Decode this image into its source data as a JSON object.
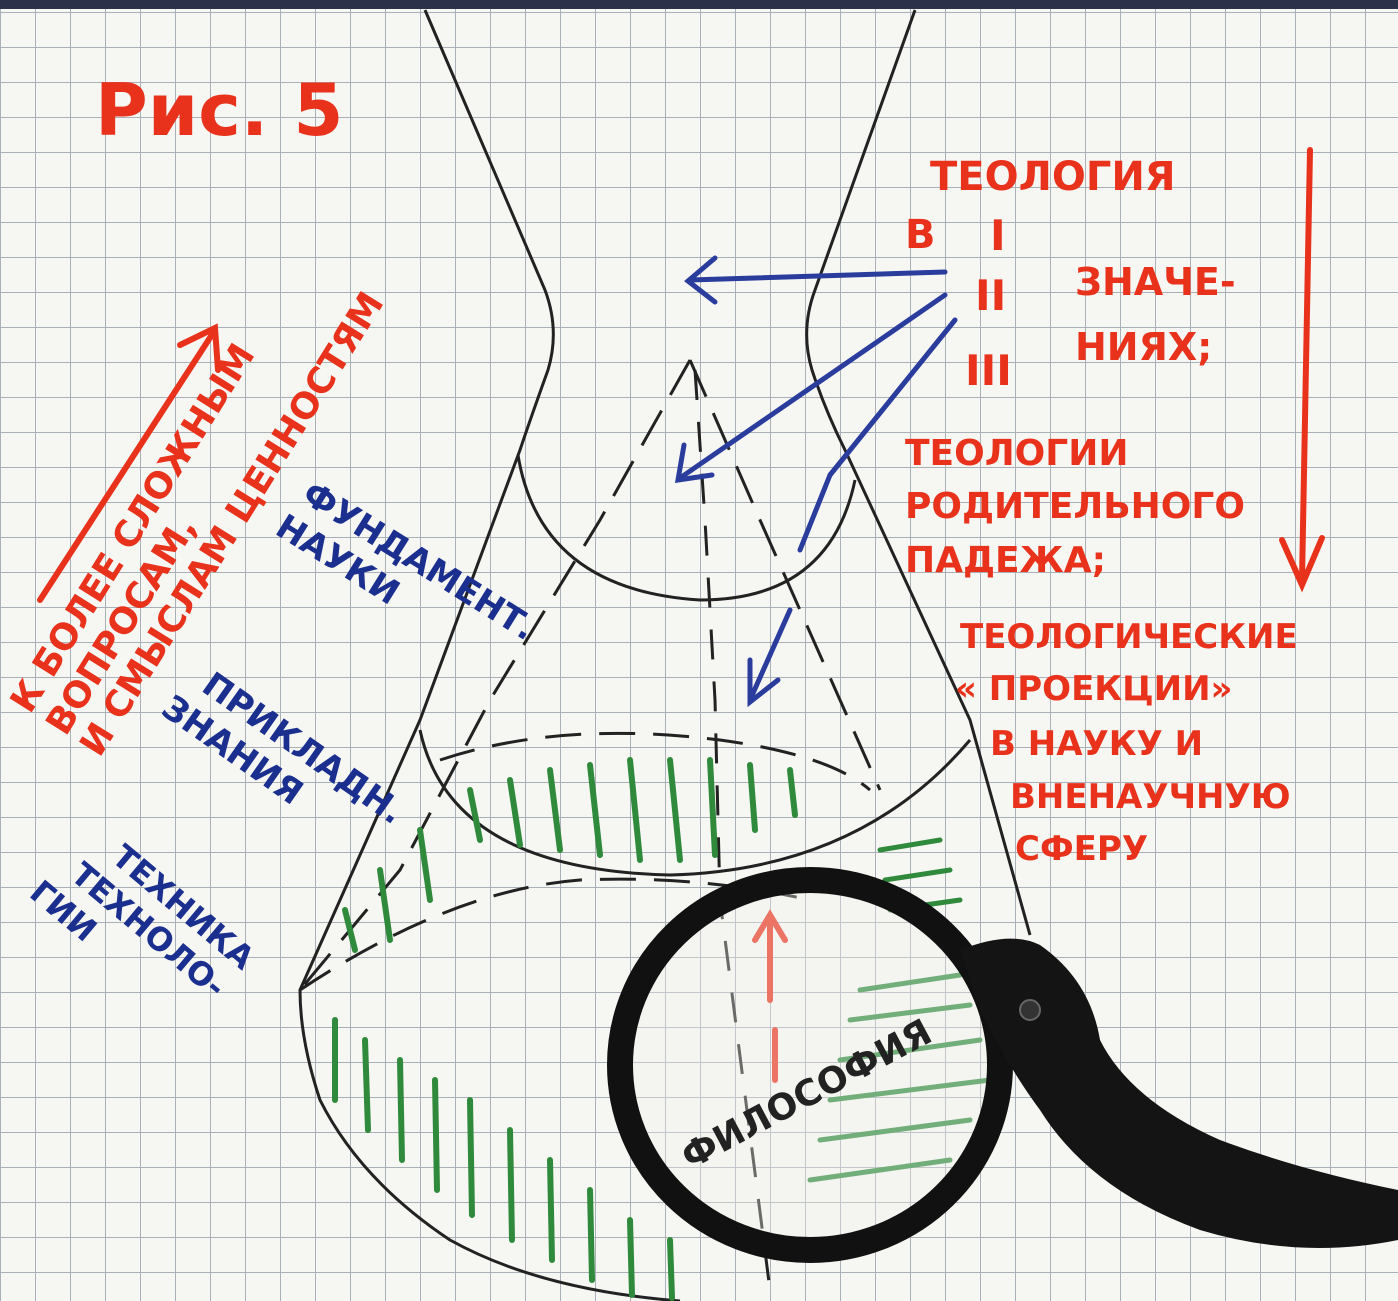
{
  "figure": {
    "title": "Рис. 5"
  },
  "left_arrow_text": {
    "line1": "К БОЛЕЕ СЛОЖНЫМ",
    "line2": "ВОПРОСАМ,",
    "line3": "И СМЫСЛАМ ЦЕННОСТЯМ"
  },
  "right_text": {
    "theology": "ТЕОЛОГИЯ",
    "in": "В",
    "roman": [
      "I",
      "II",
      "III"
    ],
    "meanings_1": "ЗНАЧЕ-",
    "meanings_2": "НИЯХ;",
    "genitive_1": "ТЕОЛОГИИ",
    "genitive_2": "РОДИТЕЛЬНОГО",
    "genitive_3": "ПАДЕЖА;",
    "projections_1": "ТЕОЛОГИЧЕСКИЕ",
    "projections_2": "« ПРОЕКЦИИ»",
    "projections_3": "В НАУКУ И",
    "projections_4": "ВНЕНАУЧНУЮ",
    "projections_5": "СФЕРУ"
  },
  "levels": {
    "foundation_1": "ФУНДАМЕНТ.",
    "foundation_2": "НАУКИ",
    "applied_1": "ПРИКЛАДН.",
    "applied_2": "ЗНАНИЯ",
    "tech_1": "ТЕХНИКА",
    "tech_2": "ТЕХНОЛО-",
    "tech_3": "ГИИ"
  },
  "magnifier": {
    "label": "ФИЛОСОФИЯ"
  },
  "colors": {
    "red": "#e8321c",
    "blue": "#1b2f8f",
    "green": "#2f8a3c",
    "ink": "#222222",
    "grid": "#aab0b8"
  }
}
